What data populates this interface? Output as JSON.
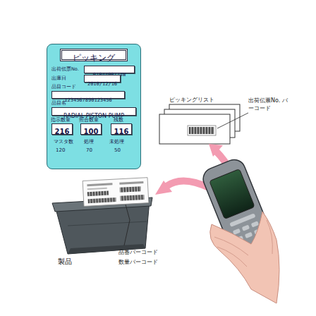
{
  "diagram": {
    "nodes": [
      {
        "text": [
          "出荷伝票No.",
          "出庫日",
          "品目コード",
          "品目名",
          "指示数量",
          "照合数量",
          "残数",
          "マスタ数",
          "処理",
          "未処理",
          "120",
          "70",
          "50"
        ]
      },
      {
        "text": [
          "ピッキング"
        ],
        "in": 0
      },
      {
        "text": [
          "0104400774W"
        ],
        "in": 0
      },
      {
        "text": [
          "2010/12/16"
        ],
        "in": 0
      },
      {
        "text": [
          "1234567890123456"
        ],
        "in": 0
      },
      {
        "text": [
          "RADIAL PISTON PUMP"
        ],
        "in": 0
      },
      {
        "text": [
          "216"
        ],
        "in": 0
      },
      {
        "text": [
          "100"
        ],
        "in": 0
      },
      {
        "text": [
          "116"
        ],
        "in": 0
      }
    ],
    "labels": [
      "ピッキングリスト",
      "出荷伝票No. バーコード",
      "製品",
      "品番バーコード",
      "数量バーコード"
    ]
  }
}
